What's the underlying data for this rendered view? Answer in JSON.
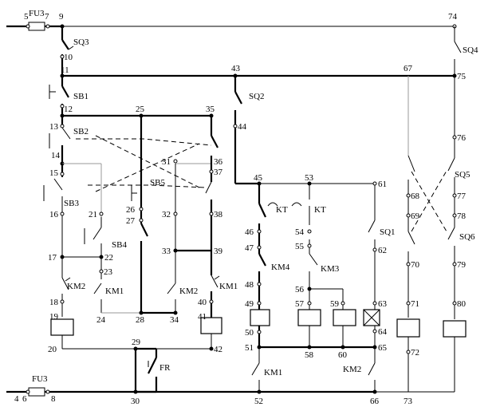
{
  "fuses": {
    "top": "FU3",
    "bottom": "FU3"
  },
  "components": {
    "SQ3": "SQ3",
    "SQ4": "SQ4",
    "SQ2": "SQ2",
    "SQ1": "SQ1",
    "SQ5": "SQ5",
    "SQ6": "SQ6",
    "SB1": "SB1",
    "SB2": "SB2",
    "SB3": "SB3",
    "SB4": "SB4",
    "SB5": "SB5",
    "KM1a": "KM1",
    "KM1b": "KM1",
    "KM1c": "KM1",
    "KM2a": "KM2",
    "KM2b": "KM2",
    "KM2c": "KM2",
    "KM3": "KM3",
    "KM4": "KM4",
    "KT1": "KT",
    "KT2": "KT",
    "FR": "FR"
  },
  "nodes": [
    "4",
    "5",
    "6",
    "7",
    "8",
    "9",
    "10",
    "11",
    "12",
    "13",
    "14",
    "15",
    "16",
    "17",
    "18",
    "19",
    "20",
    "21",
    "22",
    "23",
    "24",
    "25",
    "26",
    "27",
    "28",
    "29",
    "30",
    "31",
    "32",
    "33",
    "34",
    "35",
    "36",
    "37",
    "38",
    "39",
    "40",
    "41",
    "42",
    "43",
    "44",
    "45",
    "46",
    "47",
    "48",
    "49",
    "50",
    "51",
    "52",
    "53",
    "54",
    "55",
    "56",
    "57",
    "58",
    "59",
    "60",
    "61",
    "62",
    "63",
    "64",
    "65",
    "66",
    "67",
    "68",
    "69",
    "70",
    "71",
    "72",
    "73",
    "74",
    "75",
    "76",
    "77",
    "78",
    "79",
    "80"
  ],
  "colors": {
    "line": "#000000",
    "aux_line": "#999999",
    "background": "#ffffff"
  }
}
